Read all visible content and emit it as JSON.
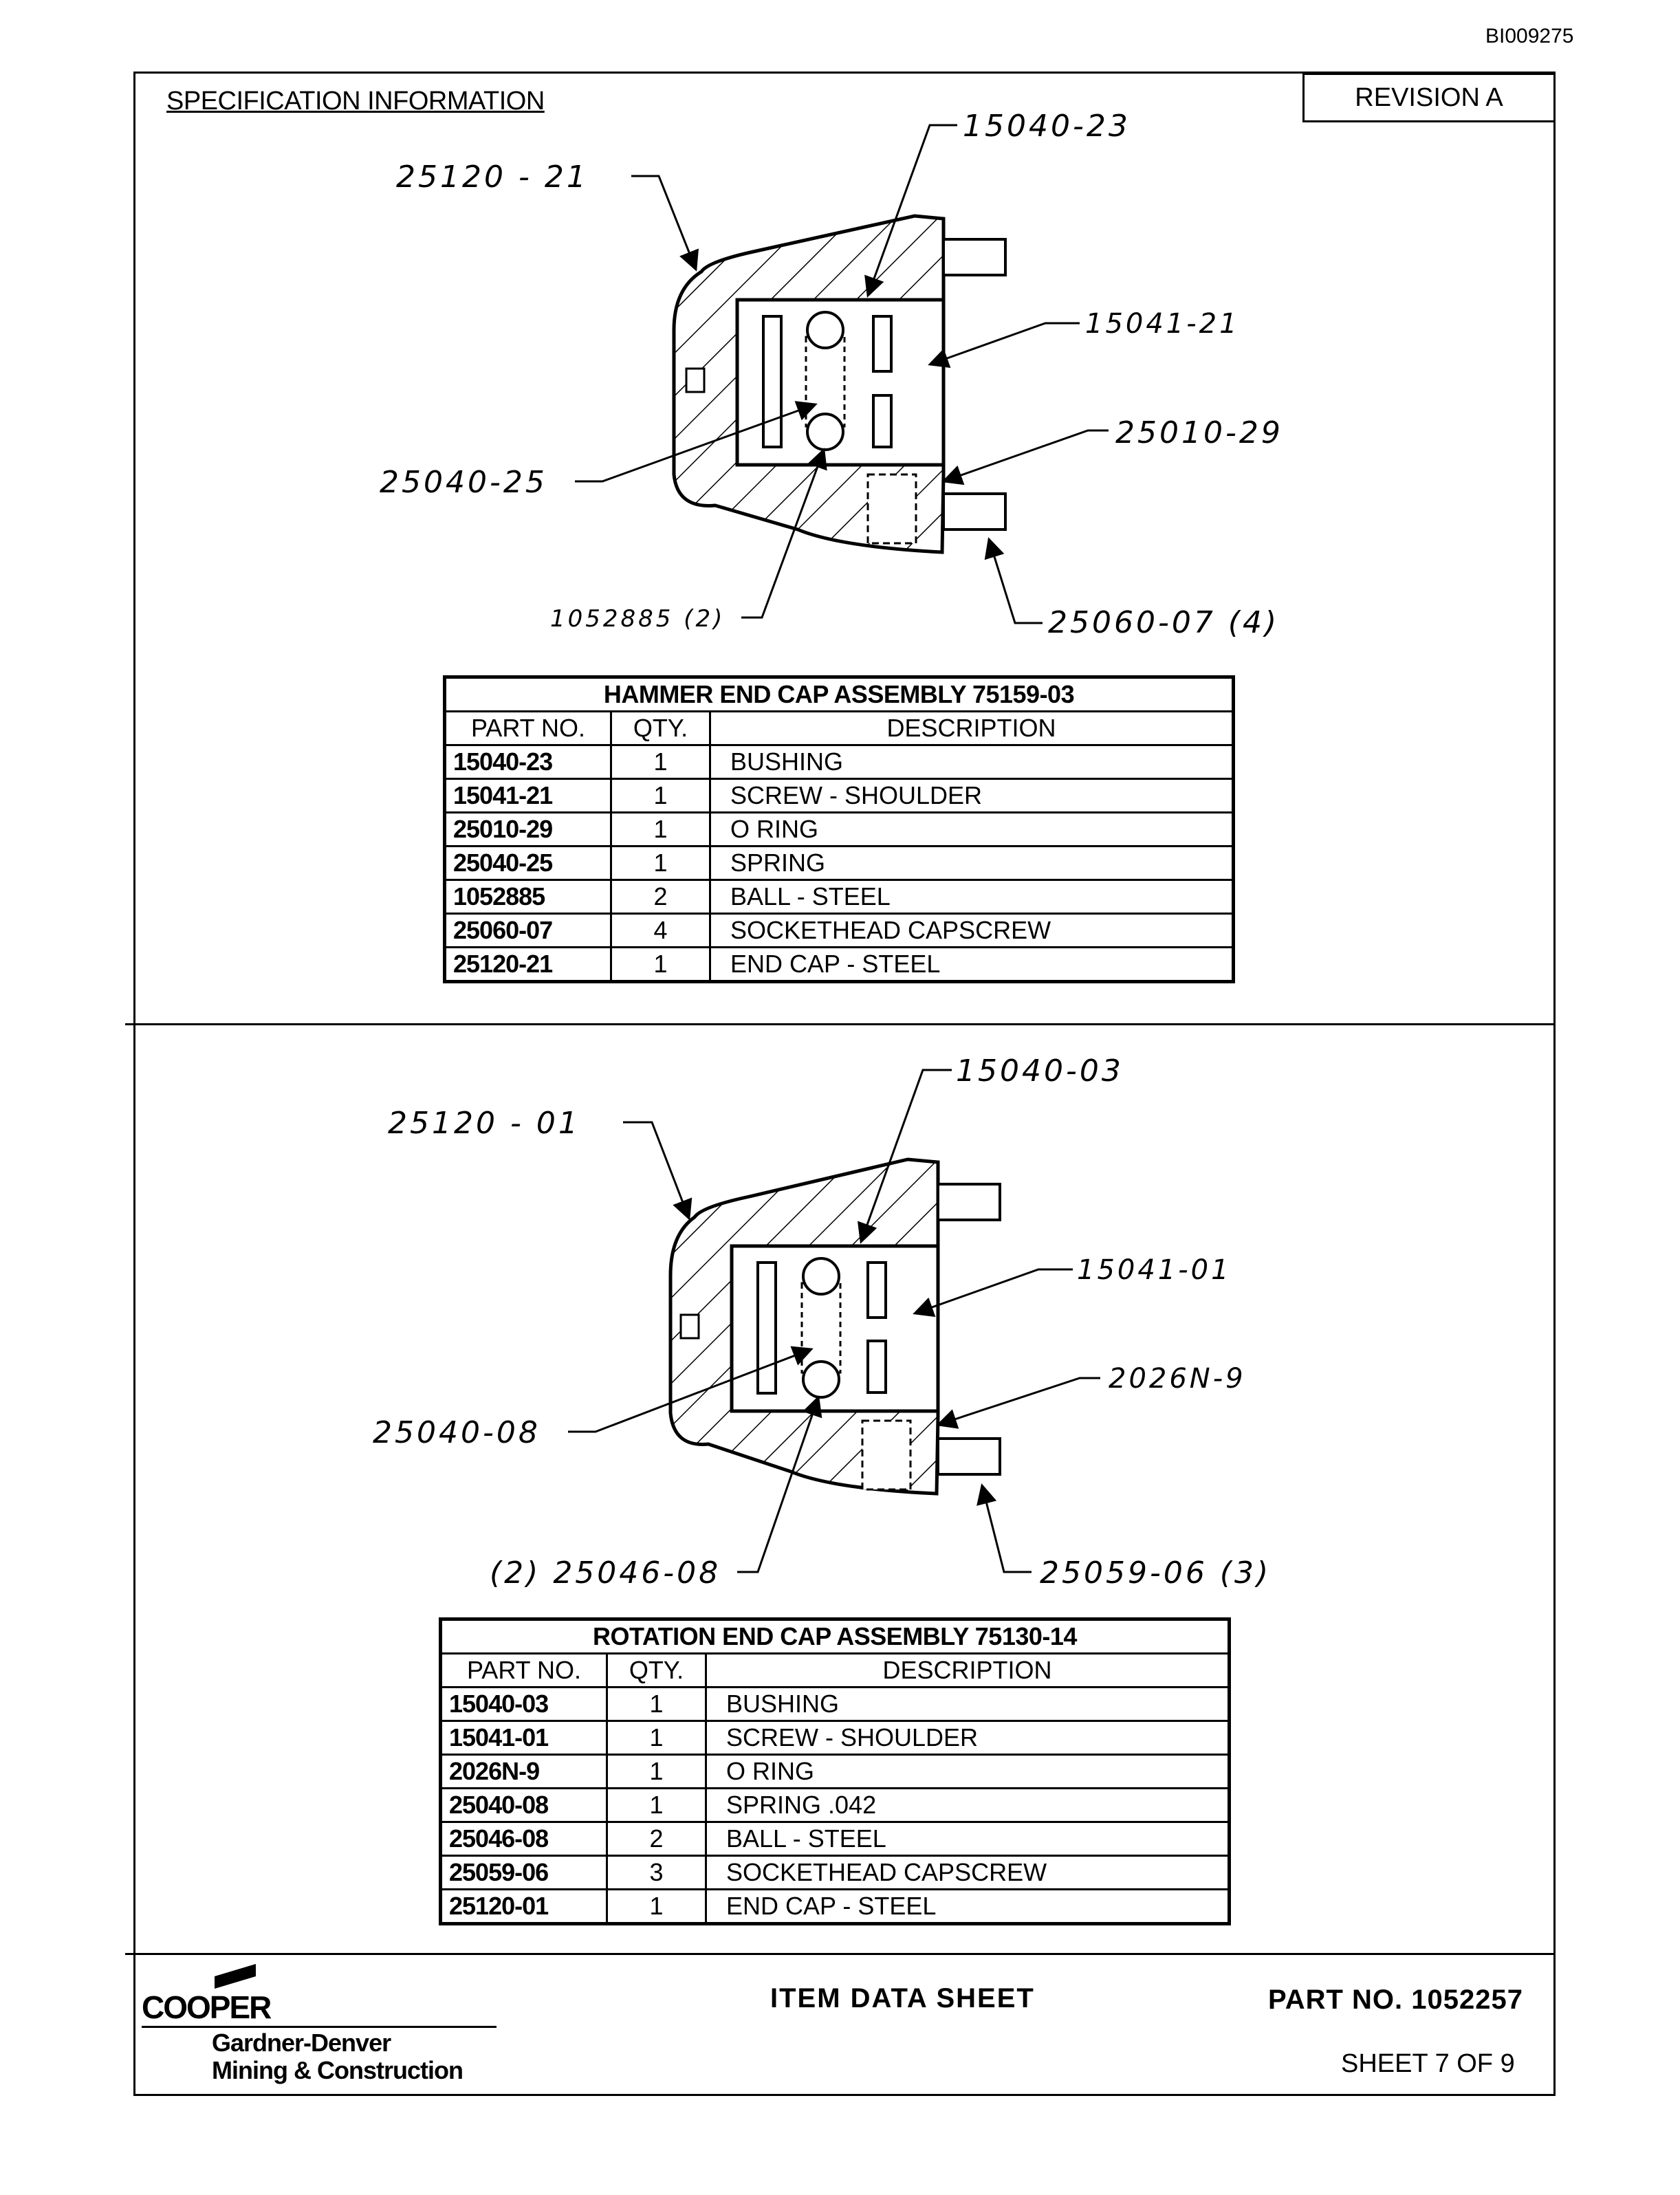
{
  "document_id": "BI009275",
  "header": {
    "spec_title": "SPECIFICATION INFORMATION",
    "revision": "REVISION  A"
  },
  "hammer": {
    "callouts": {
      "c1": "15040-23",
      "c2": "25120 - 21",
      "c3": "15041-21",
      "c4": "25010-29",
      "c5": "25040-25",
      "c6": "1052885 (2)",
      "c7": "25060-07 (4)"
    },
    "table": {
      "title": "HAMMER END CAP ASSEMBLY  75159-03",
      "headers": [
        "PART NO.",
        "QTY.",
        "DESCRIPTION"
      ],
      "rows": [
        [
          "15040-23",
          "1",
          "BUSHING"
        ],
        [
          "15041-21",
          "1",
          "SCREW - SHOULDER"
        ],
        [
          "25010-29",
          "1",
          "O RING"
        ],
        [
          "25040-25",
          "1",
          "SPRING"
        ],
        [
          "1052885",
          "2",
          "BALL - STEEL"
        ],
        [
          "25060-07",
          "4",
          "SOCKETHEAD CAPSCREW"
        ],
        [
          "25120-21",
          "1",
          "END CAP - STEEL"
        ]
      ]
    }
  },
  "rotation": {
    "callouts": {
      "c1": "15040-03",
      "c2": "25120 - 01",
      "c3": "15041-01",
      "c4": "2026N-9",
      "c5": "25040-08",
      "c6": "(2) 25046-08",
      "c7": "25059-06 (3)"
    },
    "table": {
      "title": "ROTATION END CAP ASSEMBLY  75130-14",
      "headers": [
        "PART NO.",
        "QTY.",
        "DESCRIPTION"
      ],
      "rows": [
        [
          "15040-03",
          "1",
          "BUSHING"
        ],
        [
          "15041-01",
          "1",
          "SCREW - SHOULDER"
        ],
        [
          "2026N-9",
          "1",
          "O RING"
        ],
        [
          "25040-08",
          "1",
          "SPRING .042"
        ],
        [
          "25046-08",
          "2",
          "BALL - STEEL"
        ],
        [
          "25059-06",
          "3",
          "SOCKETHEAD CAPSCREW"
        ],
        [
          "25120-01",
          "1",
          "END CAP - STEEL"
        ]
      ]
    }
  },
  "footer": {
    "logo": "COOPER",
    "company_line1": "Gardner-Denver",
    "company_line2": "Mining & Construction",
    "title": "ITEM  DATA  SHEET",
    "part_no": "PART  NO. 1052257",
    "sheet": "SHEET 7 OF 9"
  }
}
